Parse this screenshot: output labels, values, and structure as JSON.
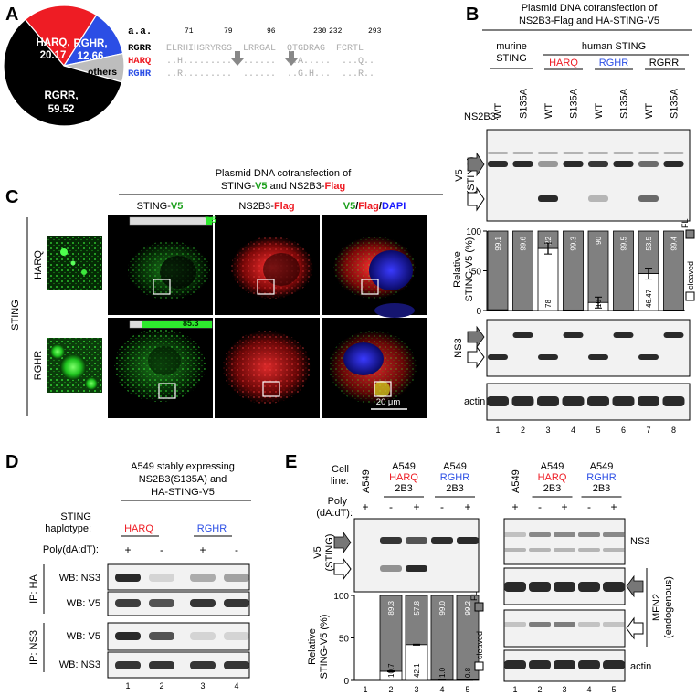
{
  "panels": {
    "A": "A",
    "B": "B",
    "C": "C",
    "D": "D",
    "E": "E"
  },
  "colors": {
    "harq": "#ee1c24",
    "rghr": "#2b4ee5",
    "rgrr": "#000000",
    "others": "#bdbdbd",
    "v5": "#1a9e1a",
    "flag": "#ee1c24",
    "dapi": "#1a1aff",
    "bar_fl": "#808080",
    "blot_bg": "#f2f2f2",
    "band": "#2a2a2a"
  },
  "panelA": {
    "pie": [
      {
        "name": "HARQ,",
        "value": "20.17",
        "pct": 20.17,
        "color": "#ee1c24",
        "text": "#ffffff"
      },
      {
        "name": "RGHR,",
        "value": "12.66",
        "pct": 12.66,
        "color": "#2b4ee5",
        "text": "#ffffff"
      },
      {
        "name": "others",
        "value": "",
        "pct": 7.65,
        "color": "#bdbdbd",
        "text": "#000000"
      },
      {
        "name": "RGRR,",
        "value": "59.52",
        "pct": 59.52,
        "color": "#000000",
        "text": "#ffffff"
      }
    ],
    "aa_label": "a.a.",
    "positions": [
      "71",
      "79",
      "96",
      "230",
      "232",
      "293"
    ],
    "rows": [
      {
        "name": "RGRR",
        "color": "#000000",
        "seq": "ELRHIHSRYRGS  LRRGAL  QTGDRAG  FCRTL"
      },
      {
        "name": "HARQ",
        "color": "#ee1c24",
        "seq": "..H.........  ......  ..A.....  ...Q.."
      },
      {
        "name": "RGHR",
        "color": "#2b4ee5",
        "seq": "..R.........  ......  ..G.H...  ...R.."
      }
    ]
  },
  "panelB": {
    "title1": "Plasmid DNA cotransfection of",
    "title2": "NS2B3-Flag and HA-STING-V5",
    "murine": "murine",
    "sting": "STING",
    "human": "human STING",
    "haplotypes": [
      "HARQ",
      "RGHR",
      "RGRR"
    ],
    "ns2b3_label": "NS2B3:",
    "genotypes": [
      "WT",
      "S135A",
      "WT",
      "S135A",
      "WT",
      "S135A",
      "WT",
      "S135A"
    ],
    "v5_label": "V5",
    "v5_sub": "(STING)",
    "ylabel1": "Relative",
    "ylabel2": "STING-V5 (%)",
    "yticks": [
      "0",
      "50",
      "100"
    ],
    "legend_fl": "FL",
    "legend_cleaved": "cleaved",
    "ns3_label": "NS3",
    "actin_label": "actin",
    "lanes": [
      "1",
      "2",
      "3",
      "4",
      "5",
      "6",
      "7",
      "8"
    ]
  },
  "chart_data": [
    {
      "type": "bar",
      "panel": "B",
      "categories": [
        "1",
        "2",
        "3",
        "4",
        "5",
        "6",
        "7",
        "8"
      ],
      "series": [
        {
          "name": "FL",
          "values": [
            99.1,
            99.6,
            22,
            99.3,
            90,
            99.5,
            53.5,
            99.4
          ]
        },
        {
          "name": "cleaved",
          "values": [
            0.9,
            0.4,
            78,
            0.7,
            10,
            0.5,
            46.47,
            0.6
          ]
        }
      ],
      "labels_fl": [
        "99.1",
        "99.6",
        "22",
        "99.3",
        "90",
        "99.5",
        "53.5",
        "99.4"
      ],
      "labels_cleaved": [
        "",
        "",
        "78",
        "",
        "10",
        "",
        "46.47",
        ""
      ],
      "ylabel": "Relative STING-V5 (%)",
      "ylim": [
        0,
        100
      ]
    },
    {
      "type": "bar",
      "panel": "E",
      "categories": [
        "1",
        "2",
        "3",
        "4",
        "5"
      ],
      "series": [
        {
          "name": "FL",
          "values": [
            null,
            89.3,
            57.8,
            99.0,
            99.2
          ]
        },
        {
          "name": "cleaved",
          "values": [
            null,
            10.7,
            42.1,
            1.0,
            0.8
          ]
        }
      ],
      "labels_fl": [
        "",
        "89.3",
        "57.8",
        "99.0",
        "99.2"
      ],
      "labels_cleaved": [
        "",
        "10.7",
        "42.1",
        "1.0",
        "0.8"
      ],
      "ylabel": "Relative STING-V5 (%)",
      "ylim": [
        0,
        100
      ]
    }
  ],
  "panelC": {
    "title1": "Plasmid DNA cotransfection of",
    "title2a": "STING-",
    "title2b": "V5",
    "title2c": " and NS2B3-",
    "title2d": "Flag",
    "col1a": "STING-",
    "col1b": "V5",
    "col2a": "NS2B3-",
    "col2b": "Flag",
    "col3a": "V5",
    "col3b": "/",
    "col3c": "Flag",
    "col3d": "/",
    "col3e": "DAPI",
    "row1": "HARQ",
    "row2": "RGHR",
    "sting": "STING",
    "bar1": "7.5",
    "bar1_pct": 7.5,
    "bar2": "85.3",
    "bar2_pct": 85.3,
    "scale": "20 μm"
  },
  "panelD": {
    "title1": "A549 stably expressing",
    "title2": "NS2B3(S135A) and",
    "title3": "HA-STING-V5",
    "hap1": "STING",
    "hap2": "haplotype:",
    "harq": "HARQ",
    "rghr": "RGHR",
    "poly": "Poly(dA:dT):",
    "signs": [
      "+",
      "-",
      "+",
      "-"
    ],
    "ip_ha": "IP: HA",
    "ip_ns3": "IP: NS3",
    "wb1": "WB: NS3",
    "wb2": "WB: V5",
    "wb3": "WB: V5",
    "wb4": "WB: NS3",
    "lanes": [
      "1",
      "2",
      "3",
      "4"
    ]
  },
  "panelE": {
    "cell1": "Cell",
    "cell2": "line:",
    "a549": "A549",
    "harq": "HARQ",
    "rghr": "RGHR",
    "tag": "2B3",
    "poly1": "Poly",
    "poly2": "(dA:dT):",
    "signs": [
      "+",
      "-",
      "+",
      "-",
      "+"
    ],
    "v5": "V5",
    "v5sub": "(STING)",
    "ylabel1": "Relative",
    "ylabel2": "STING-V5 (%)",
    "yticks": [
      "0",
      "50",
      "100"
    ],
    "legend_fl": "FL",
    "legend_cleaved": "cleaved",
    "ns3": "NS3",
    "mfn2": "MFN2",
    "mfn2sub": "(endogenous)",
    "actin": "actin",
    "lanes": [
      "1",
      "2",
      "3",
      "4",
      "5"
    ]
  }
}
